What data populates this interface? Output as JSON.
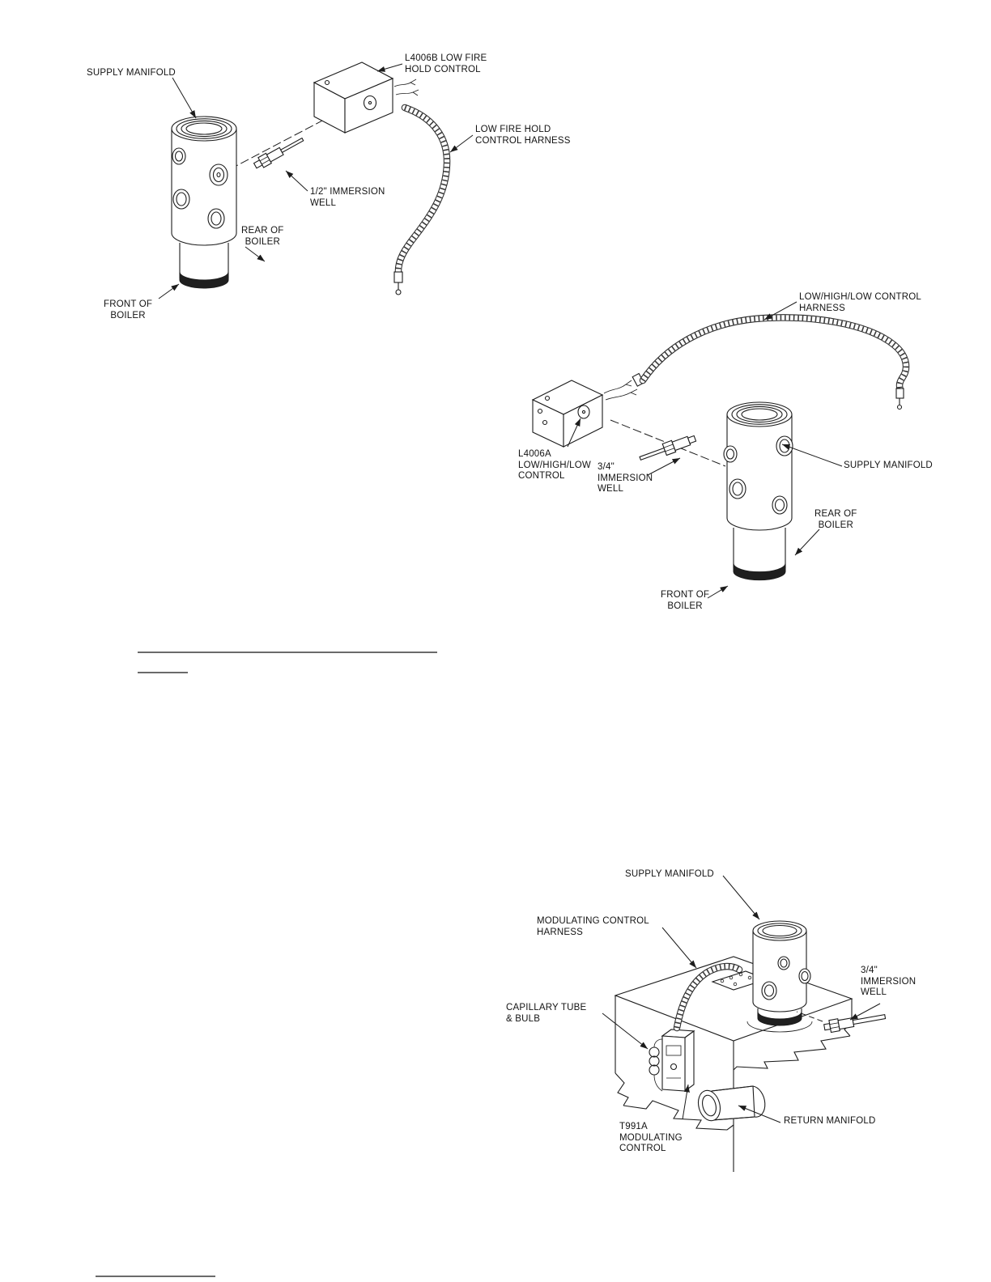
{
  "fig1": {
    "supply_manifold": "SUPPLY MANIFOLD",
    "control": "L4006B LOW FIRE\nHOLD CONTROL",
    "harness": "LOW FIRE HOLD\nCONTROL HARNESS",
    "immersion_well": "1/2\" IMMERSION\nWELL",
    "rear_of_boiler": "REAR OF\nBOILER",
    "front_of_boiler": "FRONT OF\nBOILER"
  },
  "fig2": {
    "harness": "LOW/HIGH/LOW CONTROL\nHARNESS",
    "control": "L4006A\nLOW/HIGH/LOW\nCONTROL",
    "immersion_well": "3/4\"\nIMMERSION\nWELL",
    "supply_manifold": "SUPPLY MANIFOLD",
    "rear_of_boiler": "REAR OF\nBOILER",
    "front_of_boiler": "FRONT OF\nBOILER"
  },
  "fig3": {
    "supply_manifold": "SUPPLY MANIFOLD",
    "harness": "MODULATING CONTROL\nHARNESS",
    "capillary_tube": "CAPILLARY TUBE\n& BULB",
    "immersion_well": "3/4\"\nIMMERSION\nWELL",
    "control": "T991A\nMODULATING\nCONTROL",
    "return_manifold": "RETURN MANIFOLD"
  }
}
